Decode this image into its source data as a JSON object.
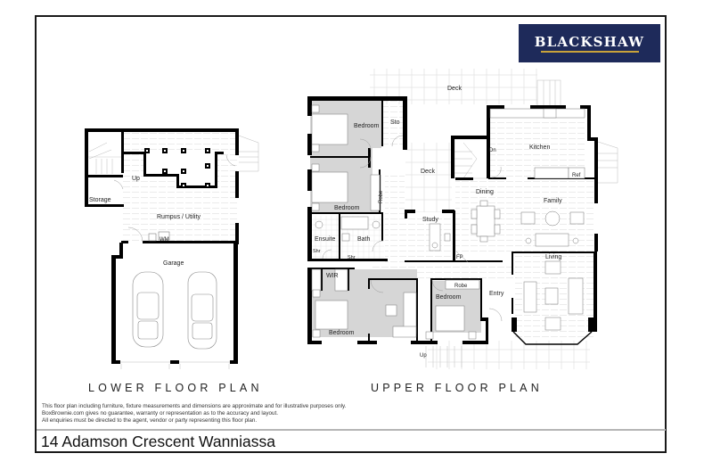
{
  "brand": {
    "name": "BLACKSHAW",
    "bg_color": "#1e2a5a",
    "underline_color": "#c9a23a"
  },
  "plans": {
    "lower": {
      "title": "LOWER FLOOR PLAN",
      "rooms": {
        "storage": "Storage",
        "rumpus": "Rumpus / Utility",
        "garage": "Garage",
        "wm": "WM",
        "up": "Up"
      }
    },
    "upper": {
      "title": "UPPER FLOOR PLAN",
      "rooms": {
        "deck_top": "Deck",
        "bedroom1": "Bedroom",
        "sto": "Sto",
        "bedroom2": "Bedroom",
        "robe1": "Robe",
        "deck_mid": "Deck",
        "kitchen": "Kitchen",
        "dn": "Dn",
        "ref": "Ref",
        "dining": "Dining",
        "family": "Family",
        "study": "Study",
        "ensuite": "Ensuite",
        "bath": "Bath",
        "shr1": "Shr",
        "shr2": "Shr",
        "fp": "FP",
        "wir": "WIR",
        "living": "Living",
        "robe2": "Robe",
        "bedroom3": "Bedroom",
        "entry": "Entry",
        "bedroom4": "Bedroom",
        "up": "Up"
      }
    }
  },
  "disclaimer": {
    "line1": "This floor plan including furniture, fixture measurements and dimensions are approximate and for illustrative purposes only.",
    "line2": "BoxBrownie.com gives no guarantee, warranty or representation as to the accuracy and layout.",
    "line3": "All enquiries must be directed to the agent, vendor or party representing this floor plan."
  },
  "address": "14 Adamson Crescent Wanniassa"
}
